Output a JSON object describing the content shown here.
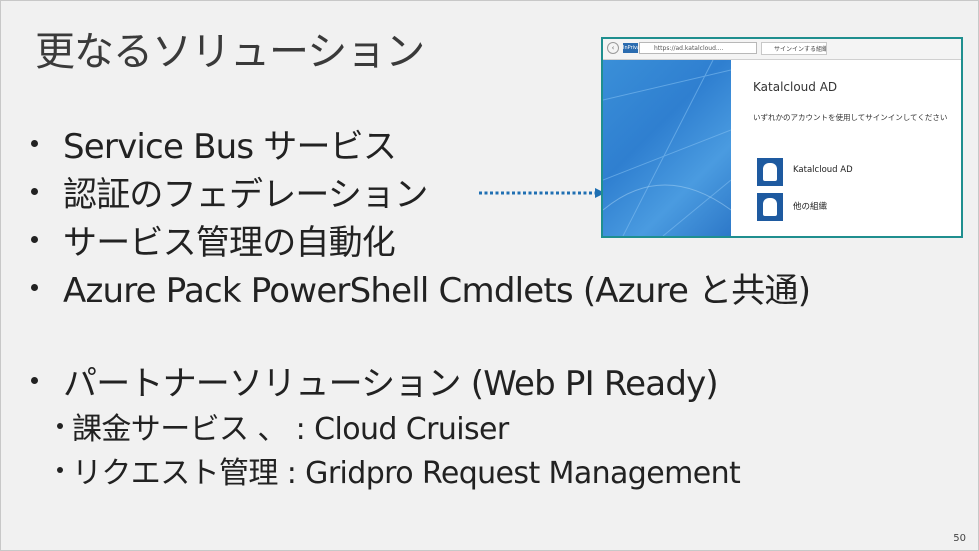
{
  "slide": {
    "title": "更なるソリューション",
    "page_number": "50",
    "bullets": [
      "Service Bus サービス",
      "認証のフェデレーション",
      "サービス管理の自動化",
      "Azure Pack PowerShell Cmdlets (Azure と共通)"
    ],
    "partner_bullet": "パートナーソリューション (Web PI Ready)",
    "sub_bullets": [
      "課金サービス 、 : Cloud Cruiser",
      "リクエスト管理 : Gridpro Request Management"
    ]
  },
  "screenshot": {
    "url_text": "https://ad.katalcloud....",
    "url_tag": "InPrivate",
    "tab_label": "サインインする組織を選択",
    "company_name": "Katalcloud AD",
    "prompt": "いずれかのアカウントを使用してサインインしてください",
    "accounts": [
      {
        "label": "Katalcloud AD"
      },
      {
        "label": "他の組織"
      }
    ],
    "colors": {
      "border": "#1f8f8f",
      "left_panel": "#3a8fd8",
      "avatar": "#1e5aa0"
    }
  },
  "arrow": {
    "color": "#1f6fb2"
  }
}
